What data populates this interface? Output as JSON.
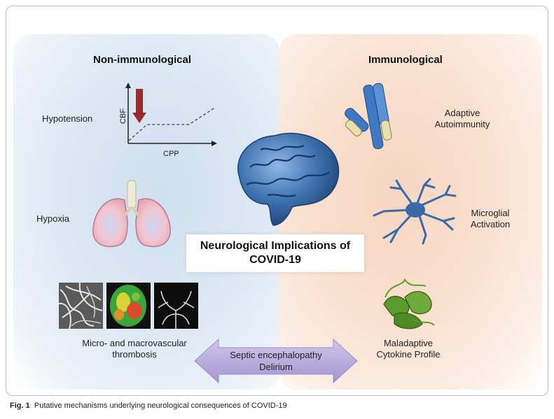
{
  "left_heading": "Non-immunological",
  "right_heading": "Immunological",
  "hypotension": {
    "label": "Hypotension",
    "y_axis_label": "CBF",
    "x_axis_label": "CPP"
  },
  "hypoxia_label": "Hypoxia",
  "thrombosis_label": "Micro- and macrovascular\nthrombosis",
  "adaptive_label": "Adaptive\nAutoimmunity",
  "microglial_label": "Microglial\nActivation",
  "cytokine_label": "Maladaptive\nCytokine Profile",
  "center_title": "Neurological Implications of\nCOVID-19",
  "arrow_text": "Septic encephalopathy\nDelirium",
  "caption": {
    "prefix": "Fig. 1",
    "text": "Putative mechanisms underlying neurological consequences of COVID-19"
  },
  "colors": {
    "left_panel": "#dbe7f3",
    "right_panel": "#f9e0cf",
    "arrow": "#b3a6d6",
    "brain": "#3f72b0",
    "antibody": "#3f79c4",
    "microglia": "#3a6aa8",
    "protein": "#5c9a2d",
    "down_arrow": "#9a2b2b"
  }
}
